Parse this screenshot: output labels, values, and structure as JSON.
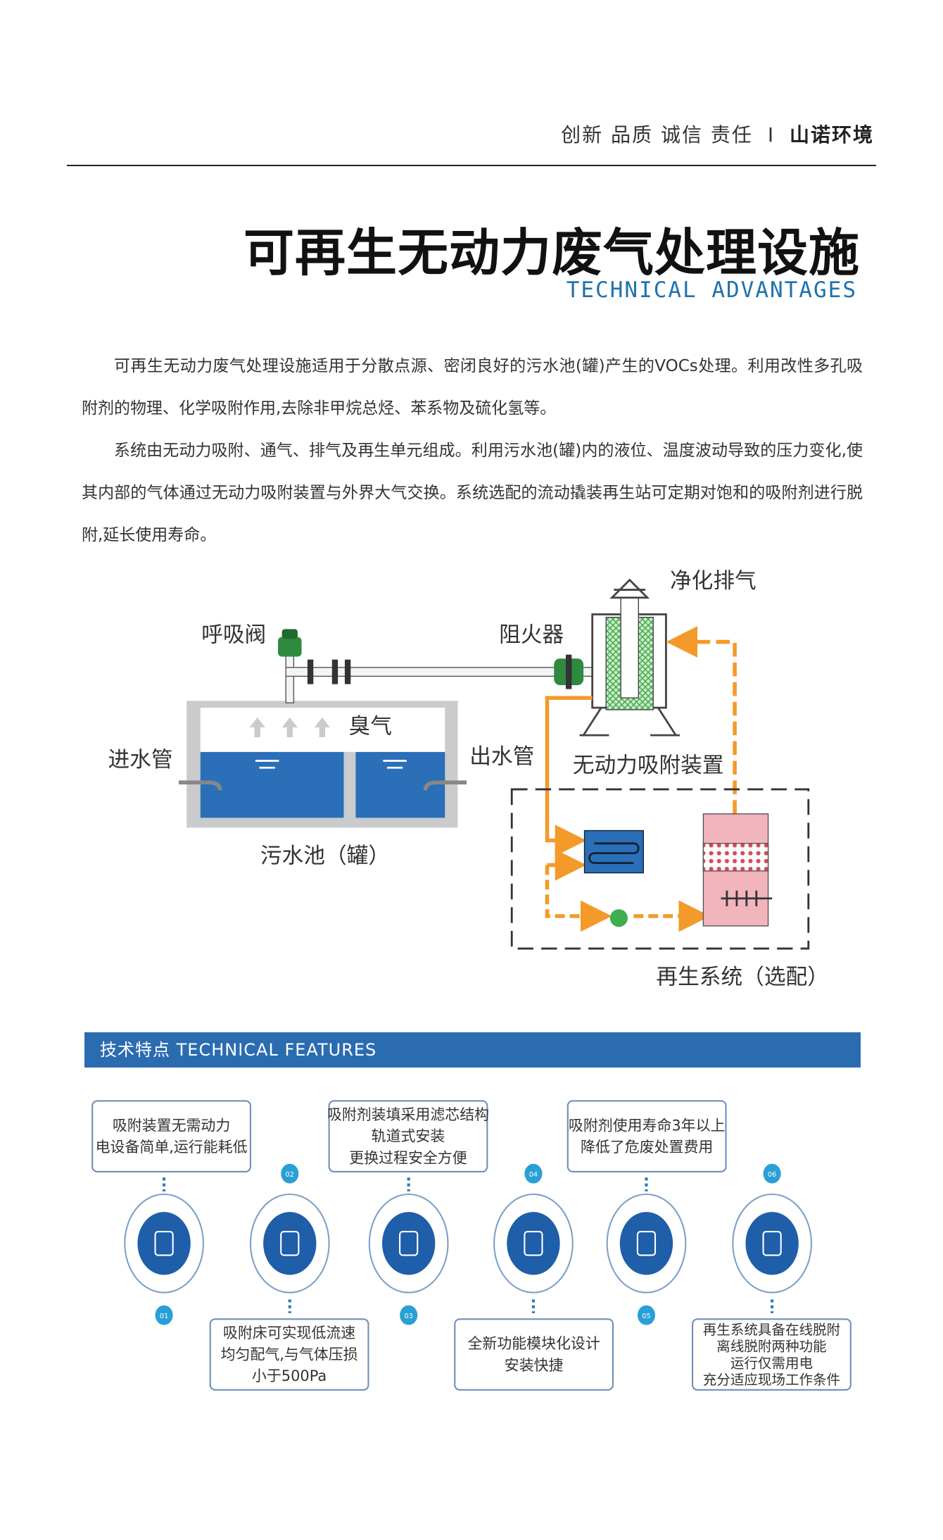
{
  "header": {
    "slogans": [
      "创新",
      "品质",
      "诚信",
      "责任"
    ],
    "separator": "I",
    "brand": "山诺环境"
  },
  "title": "可再生无动力废气处理设施",
  "subtitle": "TECHNICAL ADVANTAGES",
  "paragraphs": [
    "可再生无动力废气处理设施适用于分散点源、密闭良好的污水池(罐)产生的VOCs处理。利用改性多孔吸附剂的物理、化学吸附作用,去除非甲烷总烃、苯系物及硫化氢等。",
    "系统由无动力吸附、通气、排气及再生单元组成。利用污水池(罐)内的液位、温度波动导致的压力变化,使其内部的气体通过无动力吸附装置与外界大气交换。系统选配的流动撬装再生站可定期对饱和的吸附剂进行脱附,延长使用寿命。"
  ],
  "diagram": {
    "breathing_valve": "呼吸阀",
    "flame_arrester": "阻火器",
    "purified_exhaust": "净化排气",
    "odor": "臭气",
    "inlet_pipe": "进水管",
    "outlet_pipe": "出水管",
    "adsorber": "无动力吸附装置",
    "tank": "污水池（罐）",
    "regen_system": "再生系统（选配）"
  },
  "features": {
    "heading": "技术特点 TECHNICAL FEATURES",
    "items": [
      {
        "num": "01",
        "lines": [
          "吸附装置无需动力",
          "电设备简单,运行能耗低"
        ]
      },
      {
        "num": "02",
        "lines": [
          "吸附床可实现低流速",
          "均匀配气,与气体压损",
          "小于500Pa"
        ]
      },
      {
        "num": "03",
        "lines": [
          "吸附剂装填采用滤芯结构",
          "轨道式安装",
          "更换过程安全方便"
        ]
      },
      {
        "num": "04",
        "lines": [
          "全新功能模块化设计",
          "安装快捷"
        ]
      },
      {
        "num": "05",
        "lines": [
          "吸附剂使用寿命3年以上",
          "降低了危废处置费用"
        ]
      },
      {
        "num": "06",
        "lines": [
          "再生系统具备在线脱附",
          "离线脱附两种功能",
          "运行仅需用电",
          "充分适应现场工作条件"
        ]
      }
    ]
  },
  "colors": {
    "brand_blue": "#2b6cb0",
    "accent_cyan": "#2a9fd6",
    "orange": "#f39a2b",
    "water": "#2a6fb8"
  }
}
